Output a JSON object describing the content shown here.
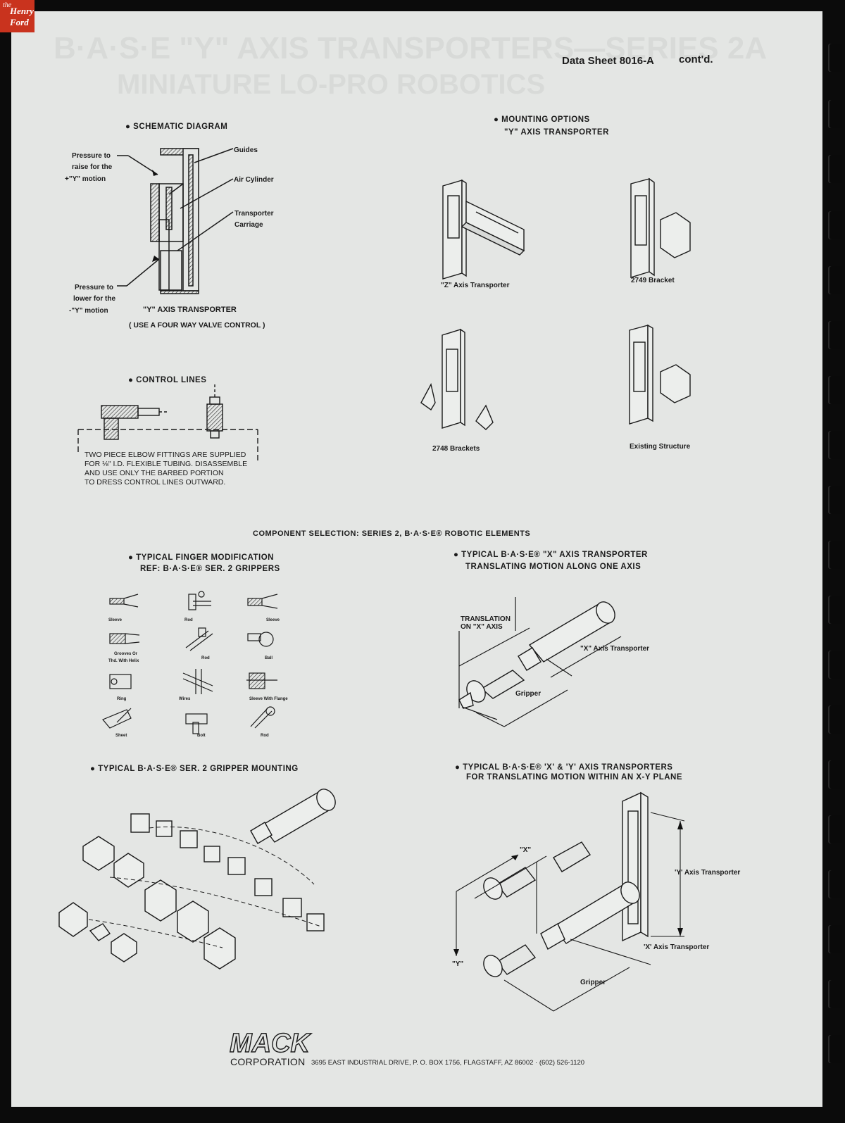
{
  "watermark": {
    "line1": "the",
    "line2": "Henry",
    "line3": "Ford"
  },
  "header": {
    "title": "Data Sheet 8016-A",
    "cont": "cont'd."
  },
  "schematic": {
    "heading": "SCHEMATIC DIAGRAM",
    "pressure_raise": [
      "Pressure to",
      "raise for the",
      "+\"Y\" motion"
    ],
    "pressure_lower": [
      "Pressure to",
      "lower for the",
      "-\"Y\" motion"
    ],
    "guides": "Guides",
    "air_cylinder": "Air Cylinder",
    "transporter_carriage": [
      "Transporter",
      "Carriage"
    ],
    "caption": "\"Y\" AXIS TRANSPORTER",
    "note": "( USE A FOUR WAY VALVE CONTROL )"
  },
  "mounting": {
    "heading": "MOUNTING OPTIONS",
    "subheading": "\"Y\" AXIS TRANSPORTER",
    "z_axis": "\"Z\" Axis Transporter",
    "bracket_2749": "2749 Bracket",
    "brackets_2748": "2748 Brackets",
    "existing": "Existing Structure"
  },
  "control_lines": {
    "heading": "CONTROL LINES",
    "note": [
      "TWO PIECE ELBOW FITTINGS ARE SUPPLIED",
      "FOR ⅛\" I.D. FLEXIBLE TUBING. DISASSEMBLE",
      "AND USE ONLY THE BARBED PORTION",
      "TO DRESS CONTROL LINES OUTWARD."
    ]
  },
  "component_selection": "COMPONENT SELECTION: SERIES 2, B·A·S·E® ROBOTIC ELEMENTS",
  "finger": {
    "heading": "TYPICAL FINGER MODIFICATION",
    "subheading": "REF: B·A·S·E® SER. 2 GRIPPERS",
    "labels": {
      "sleeve1": "Sleeve",
      "rod1": "Rod",
      "sleeve2": "Sleeve",
      "grooves1": "Grooves Or",
      "grooves2": "Thd. With Helix",
      "rod2": "Rod",
      "ball": "Ball",
      "ring": "Ring",
      "wires": "Wires",
      "sleeve_flange": "Sleeve With Flange",
      "sheet": "Sheet",
      "bolt": "Bolt",
      "rod3": "Rod"
    }
  },
  "x_axis": {
    "heading": "TYPICAL B·A·S·E® \"X\" AXIS TRANSPORTER",
    "subheading": "TRANSLATING MOTION ALONG ONE AXIS",
    "translation": [
      "TRANSLATION",
      "ON \"X\" AXIS"
    ],
    "transporter": "\"X\" Axis Transporter",
    "gripper": "Gripper"
  },
  "gripper_mounting": {
    "heading": "TYPICAL B·A·S·E® SER. 2 GRIPPER MOUNTING"
  },
  "xy_axis": {
    "heading": "TYPICAL B·A·S·E® 'X' & 'Y' AXIS TRANSPORTERS",
    "subheading": "FOR TRANSLATING MOTION WITHIN AN X-Y PLANE",
    "x_label": "\"X\"",
    "y_label": "\"Y\"",
    "y_transporter": "'Y' Axis Transporter",
    "x_transporter": "'X' Axis Transporter",
    "gripper": "Gripper"
  },
  "footer": {
    "logo": "MACK",
    "corporation": "CORPORATION",
    "address": "3695 EAST INDUSTRIAL DRIVE, P. O. BOX 1756, FLAGSTAFF, AZ 86002 · (602) 526-1120"
  }
}
